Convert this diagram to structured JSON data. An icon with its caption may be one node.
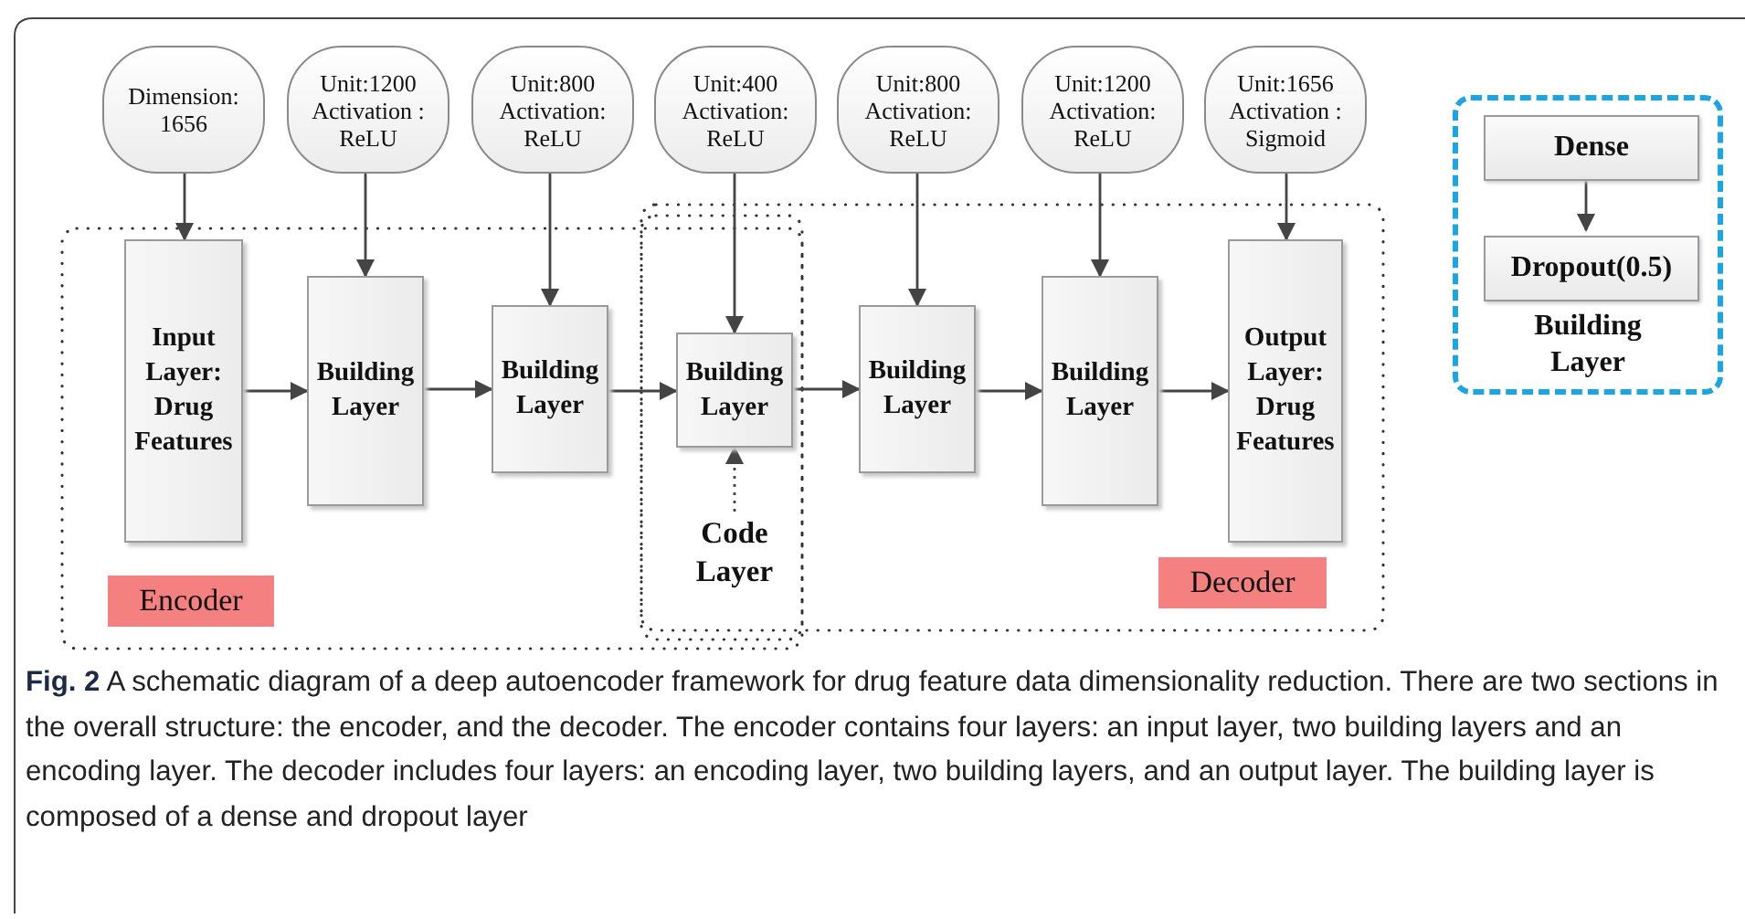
{
  "diagram": {
    "caption": "**Fig. 2**  A schematic diagram of a deep autoencoder framework for drug feature data dimensionality reduction. There are two sections in the overall structure: the encoder, and the decoder. The encoder contains four layers: an input layer, two building layers and an encoding layer. The decoder includes four layers: an encoding layer, two building layers, and an output layer. The building layer is composed of a dense and dropout layer",
    "nodes": [
      {
        "text": [
          "Dimension: 1656"
        ]
      },
      {
        "text": [
          "Unit:1200 Activation : ReLU"
        ]
      },
      {
        "text": [
          "Unit:800 Activation: ReLU"
        ]
      },
      {
        "text": [
          "Unit:400 Activation: ReLU"
        ]
      },
      {
        "text": [
          "Unit:800 Activation: ReLU"
        ]
      },
      {
        "text": [
          "Unit:1200 Activation: ReLU"
        ]
      },
      {
        "text": [
          "Unit:1656 Activation : Sigmoid"
        ]
      },
      {
        "text": [
          "Input Layer: Drug Features"
        ]
      },
      {
        "text": [
          "Building Layer"
        ]
      },
      {
        "text": [
          "Building Layer"
        ]
      },
      {
        "text": [
          "Building Layer"
        ]
      },
      {
        "text": [
          "Building Layer"
        ]
      },
      {
        "text": [
          "Building Layer"
        ]
      },
      {
        "text": [
          "Output Layer: Drug Features"
        ]
      },
      {
        "text": [
          "Code Layer"
        ]
      },
      {
        "text": [
          "Encoder"
        ]
      },
      {
        "text": [
          "Decoder"
        ]
      },
      {
        "text": [
          "Building Layer"
        ]
      },
      {
        "text": [
          "Dense"
        ],
        "in": 17
      },
      {
        "text": [
          "Dropout(0.5)"
        ],
        "in": 17
      }
    ],
    "edges": [
      {
        "from": 0,
        "to": 7,
        "arrow": "to"
      },
      {
        "from": 1,
        "to": 8,
        "arrow": "to"
      },
      {
        "from": 2,
        "to": 9,
        "arrow": "to"
      },
      {
        "from": 3,
        "to": 10,
        "arrow": "to"
      },
      {
        "from": 4,
        "to": 11,
        "arrow": "to"
      },
      {
        "from": 5,
        "to": 12,
        "arrow": "to"
      },
      {
        "from": 6,
        "to": 13,
        "arrow": "to"
      },
      {
        "from": 7,
        "to": 8,
        "arrow": "to"
      },
      {
        "from": 8,
        "to": 9,
        "arrow": "to"
      },
      {
        "from": 9,
        "to": 10,
        "arrow": "to"
      },
      {
        "from": 10,
        "to": 11,
        "arrow": "to"
      },
      {
        "from": 11,
        "to": 12,
        "arrow": "to"
      },
      {
        "from": 12,
        "to": 13,
        "arrow": "to"
      },
      {
        "from": 14,
        "to": 10,
        "arrow": "to",
        "style": "dashed"
      },
      {
        "from": 18,
        "to": 19,
        "arrow": "to"
      }
    ]
  }
}
